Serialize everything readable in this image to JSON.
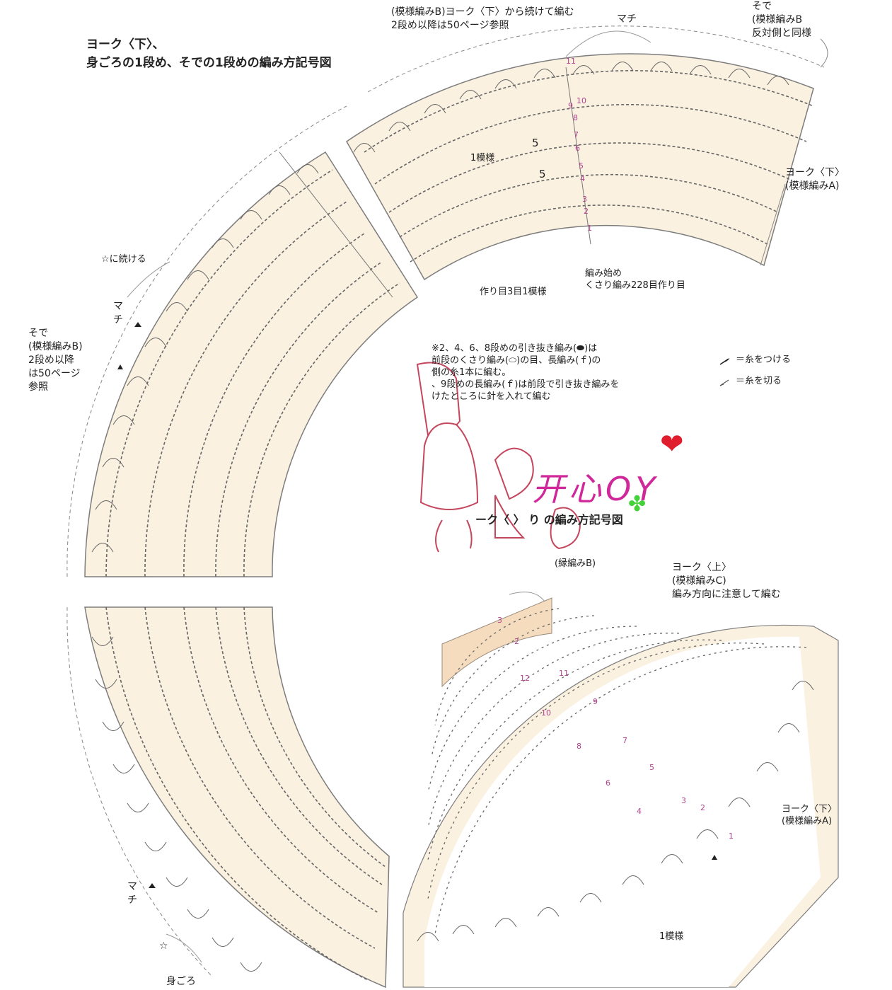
{
  "labels": {
    "main_title": "ヨーク〈下〉、\n身ごろの1段め、そでの1段めの編み方記号図",
    "top_center": "(模様編みB)ヨーク〈下〉から続けて編む\n2段め以降は50ページ参照",
    "machi_top": "マチ",
    "top_right_sode": "そで\n(模様編みB\n反対側と同様",
    "yoke_lower_a_top": "ヨーク〈下〉\n(模様編みA)",
    "one_pattern_top": "1模様",
    "start_note": "編み始め\nくさり編み228目作り目",
    "chain_note": "作り目3目1模様",
    "continue_star": "☆に続ける",
    "machi_left": "マ\nチ",
    "sode_left": "そで\n(模様編みB)\n2段め以降\nは50ページ\n参照",
    "notes": "※2、4、6、8段めの引き抜き編み(⬬)は\n前段のくさり編み(⬭)の目、長編み(ｆ)の\n側の糸1本に編む。\n、9段めの長編み(ｆ)は前段で引き抜き編みを\nけたところに針を入れて編む",
    "legend_attach": "＝糸をつける",
    "legend_cut": "＝糸を切る",
    "upper_title": "ーク〈  〉  り の編み方記号図",
    "edge_b": "(縁編みB)",
    "yoke_upper": "ヨーク〈上〉\n(模様編みC)\n編み方向に注意して編む",
    "yoke_lower_a_bottom": "ヨーク〈下〉\n(模様編みA)",
    "one_pattern_bottom": "1模様",
    "machi_bottom": "マ\nチ",
    "migoro": "身ごろ",
    "star_bottom": "☆",
    "watermark": "开心OY"
  },
  "counts": {
    "five_a": "5",
    "five_b": "5"
  },
  "row_numbers_top": [
    "1",
    "2",
    "3",
    "4",
    "5",
    "6",
    "7",
    "8",
    "9",
    "10",
    "11"
  ],
  "row_numbers_bottom": [
    "1",
    "2",
    "3",
    "4",
    "5",
    "6",
    "7",
    "8",
    "9",
    "10",
    "11",
    "12",
    "2",
    "3"
  ],
  "colors": {
    "band_fill": "#fbf1e0",
    "band_stroke": "#7d7d7d",
    "highlight_fill": "#f5dcbf",
    "row_number": "#b0448e",
    "stitch": "#555555",
    "watermark_pink": "#d0279a",
    "heart": "#e01d2c",
    "clover": "#44d13a"
  },
  "icons": {
    "attach": "yarn-attach-icon",
    "cut": "yarn-cut-icon",
    "heart": "heart-icon",
    "clover": "clover-icon",
    "star": "star-icon"
  }
}
